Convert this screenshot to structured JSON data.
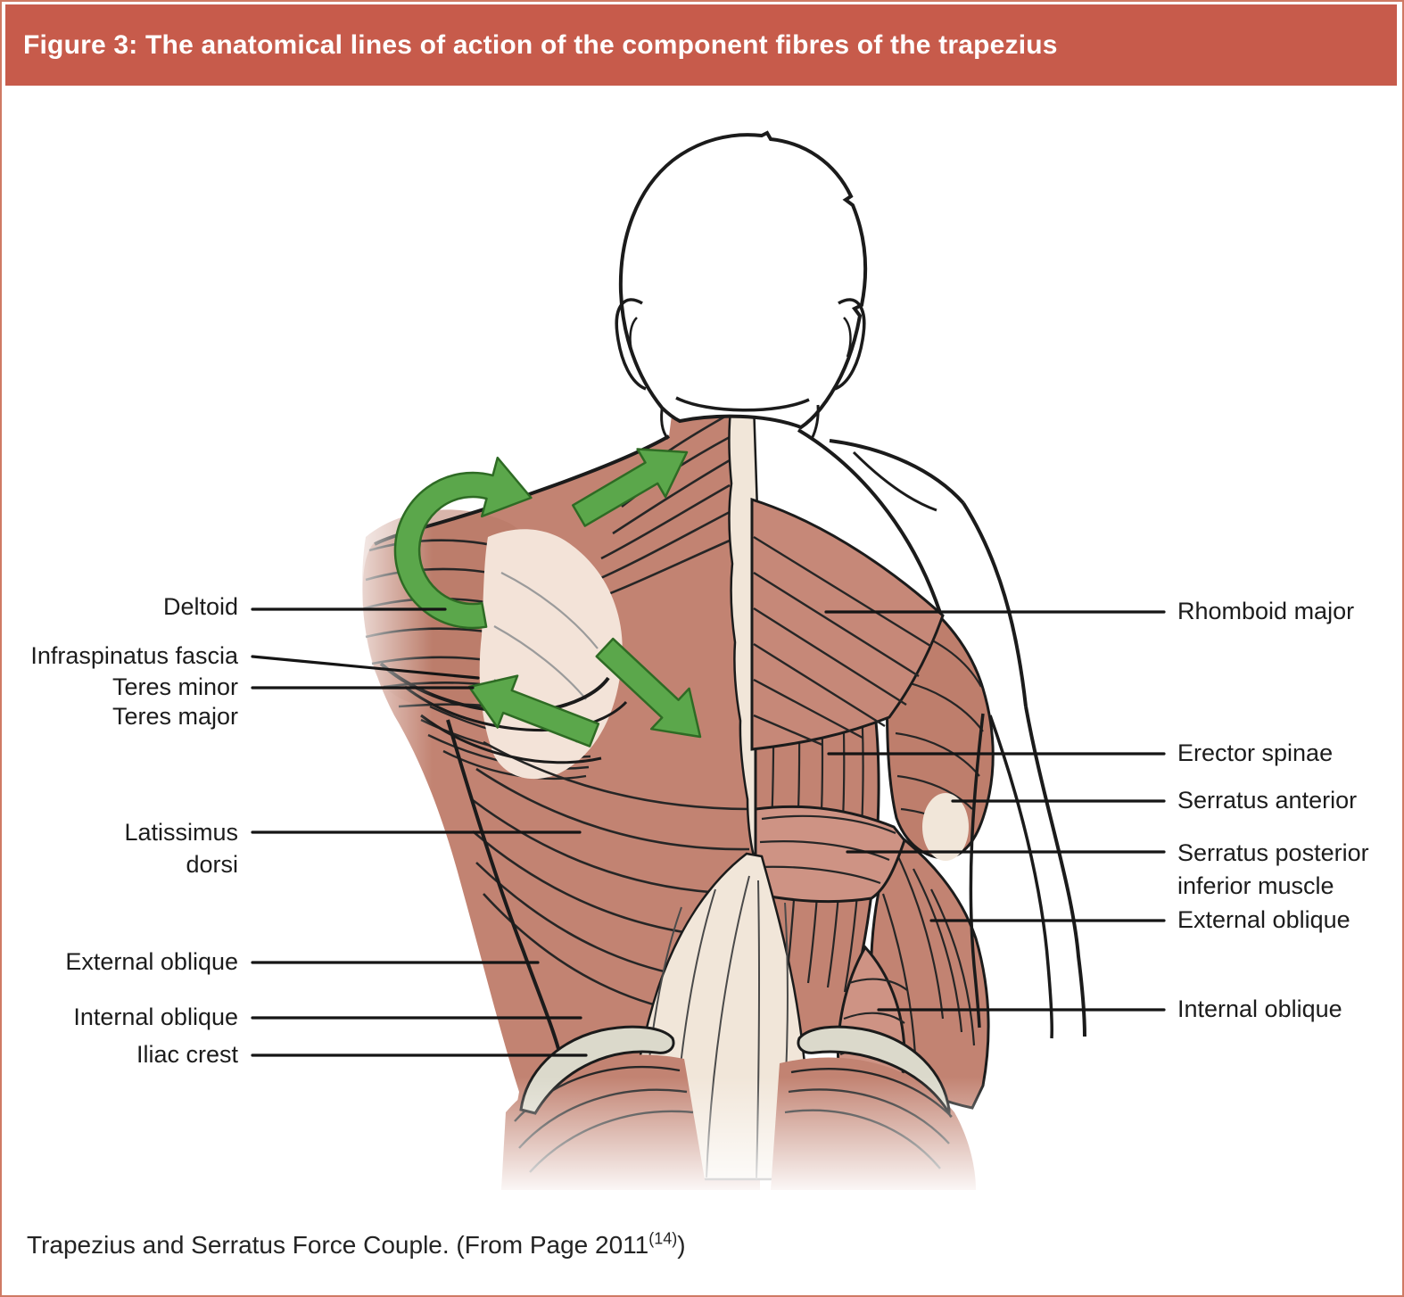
{
  "figure_title": "Figure 3: The anatomical lines of action of the component fibres of the trapezius",
  "caption": {
    "text": "Trapezius and Serratus Force Couple. (From Page 2011",
    "superscript": "(14)",
    "closing": ")"
  },
  "labels": {
    "left": [
      "Deltoid",
      "Infraspinatus fascia",
      "Teres minor",
      "Teres major",
      "Latissimus dorsi",
      "External oblique",
      "Internal oblique",
      "Iliac crest"
    ],
    "right": [
      "Rhomboid major",
      "Erector spinae",
      "Serratus anterior",
      "Serratus posterior inferior muscle",
      "External oblique",
      "Internal oblique"
    ]
  },
  "illustration": {
    "subject": "posterior view of human back musculature",
    "arrows": [
      "scapular-rotation-arrow",
      "upper-trapezius-arrow",
      "lower-trapezius-arrow",
      "serratus-anterior-arrow"
    ]
  },
  "colors": {
    "header_bg": "#c75b4b",
    "header_text": "#ffffff",
    "panel_border": "#cf7a64",
    "muscle": "#c28372",
    "muscle_dark": "#b47260",
    "muscle_light": "#ce9384",
    "fascia_cream": "#f1e6d9",
    "bone_grey": "#dbd9cb",
    "arrow_green": "#5ba74b",
    "arrow_green_dark": "#2e6b24",
    "line_black": "#1b1b1b"
  }
}
